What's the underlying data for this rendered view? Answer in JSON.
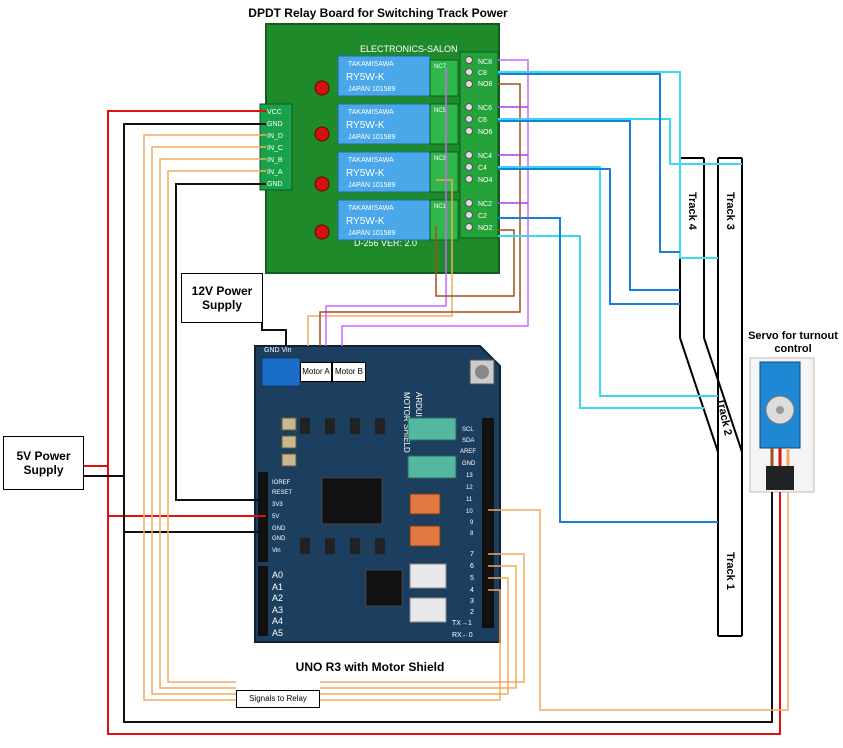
{
  "diagram": {
    "relay_title": "DPDT Relay Board for Switching Track Power",
    "arduino_title": "UNO R3 with Motor Shield",
    "supply_12v": "12V Power Supply",
    "supply_5v": "5V Power Supply",
    "servo": "Servo for turnout control",
    "signals": "Signals to Relay",
    "motor_a": "Motor A",
    "motor_b": "Motor B",
    "track1": "Track 1",
    "track2": "Track 2",
    "track3": "Track 3",
    "track4": "Track 4"
  },
  "relay_board": {
    "brand": "ELECTRONICS-SALON",
    "model": "D-256   VER: 2.0",
    "relay_top": "TAKAMISAWA",
    "relay_part": "RY5W-K",
    "relay_origin": "JAPAN 101589",
    "input_pins": [
      "VCC",
      "GND",
      "IN_D",
      "IN_C",
      "IN_B",
      "IN_A",
      "GND"
    ],
    "output_pins": [
      "NC8",
      "C8",
      "NO8",
      "NC6",
      "C6",
      "NO6",
      "NC4",
      "C4",
      "NO4",
      "NC2",
      "C2",
      "NO2"
    ],
    "nc_labels": [
      "NC7",
      "NC5",
      "NC3",
      "NC1"
    ]
  },
  "shield": {
    "brand": "ARDUINO",
    "name": "MOTOR SHIELD",
    "gnd_vin": "GND  Vin",
    "header_left": [
      "IOREF",
      "RESET",
      "3V3",
      "5V",
      "GND",
      "GND",
      "Vin"
    ],
    "analog": [
      "A0",
      "A1",
      "A2",
      "A3",
      "A4",
      "A5"
    ],
    "digital_top": [
      "SCL",
      "SDA",
      "AREF",
      "GND",
      "13",
      "12",
      "11",
      "10",
      "9",
      "8"
    ],
    "digital_bottom": [
      "7",
      "6",
      "5",
      "4",
      "3",
      "2",
      "TX→1",
      "RX←0"
    ]
  },
  "colors": {
    "red": "#e01010",
    "black": "#111111",
    "orange": "#f5a860",
    "purple": "#a040e0",
    "violet": "#cc66ff",
    "brown": "#a0501a",
    "cyan": "#3ad8ee",
    "blue": "#1a7ee0",
    "board_green": "#1f8a2a",
    "shield_blue": "#1c3f60"
  }
}
